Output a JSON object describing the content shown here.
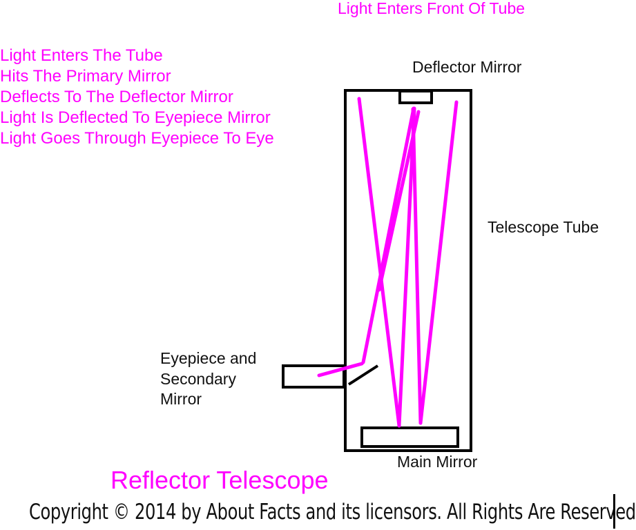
{
  "labels": {
    "front": "Light Enters Front Of Tube",
    "deflector": "Deflector Mirror",
    "tube": "Telescope Tube",
    "eyepiece": [
      "Eyepiece and",
      "Secondary",
      "Mirror"
    ],
    "main_mirror": "Main Mirror"
  },
  "steps": [
    "Light Enters The Tube",
    "Hits The Primary Mirror",
    "Deflects To The Deflector Mirror",
    "Light Is Deflected To Eyepiece Mirror",
    "Light Goes Through Eyepiece To Eye"
  ],
  "title": "Reflector Telescope",
  "copyright": "Copyright © 2014 by About Facts and its licensors. All Rights Are Reserved",
  "colors": {
    "light": "#ff00ff",
    "outline": "#000000"
  }
}
